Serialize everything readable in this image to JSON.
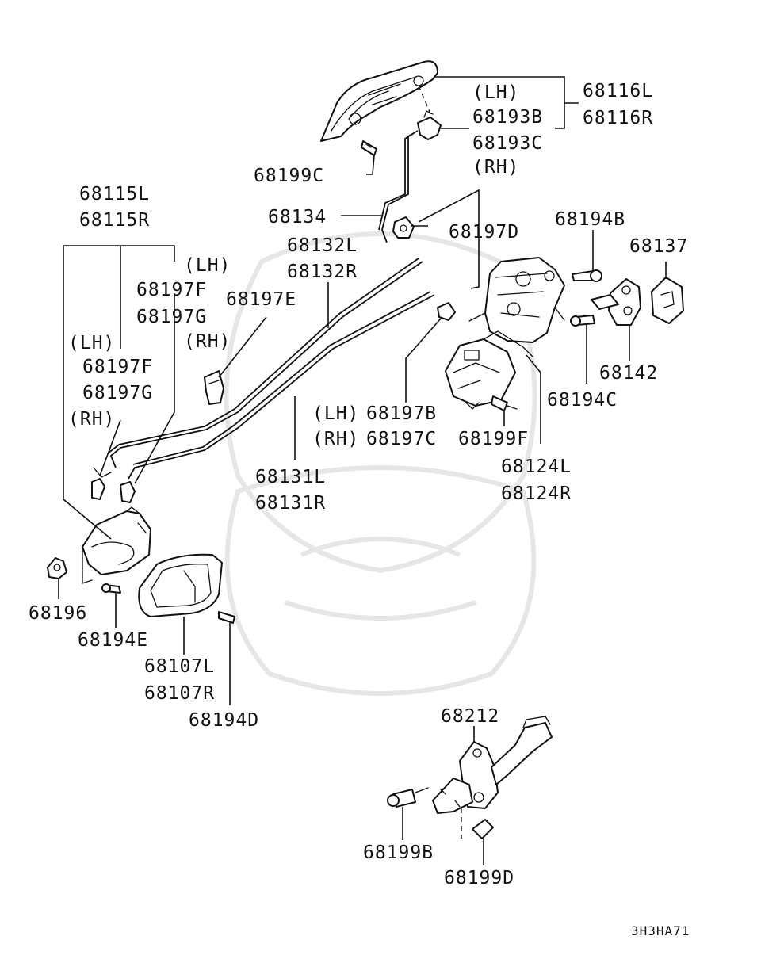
{
  "diagram": {
    "labels": {
      "p68116L": "68116L",
      "p68116R": "68116R",
      "lh1": "(LH)",
      "p68193B": "68193B",
      "p68193C": "68193C",
      "rh1": "(RH)",
      "p68199C": "68199C",
      "p68115L": "68115L",
      "p68115R": "68115R",
      "p68134": "68134",
      "p68197D": "68197D",
      "p68194B": "68194B",
      "p68137": "68137",
      "p68132L": "68132L",
      "p68132R": "68132R",
      "lh2": "(LH)",
      "p68197F_a": "68197F",
      "p68197G_a": "68197G",
      "p68197E": "68197E",
      "rh2": "(RH)",
      "lh3": "(LH)",
      "p68197F_b": "68197F",
      "p68197G_b": "68197G",
      "rh3": "(RH)",
      "p68142": "68142",
      "p68194C": "68194C",
      "lh4": "(LH)",
      "p68197B": "68197B",
      "rh4": "(RH)",
      "p68197C": "68197C",
      "p68199F": "68199F",
      "p68124L": "68124L",
      "p68124R": "68124R",
      "p68131L": "68131L",
      "p68131R": "68131R",
      "p68196": "68196",
      "p68194E": "68194E",
      "p68107L": "68107L",
      "p68107R": "68107R",
      "p68194D": "68194D",
      "p68212": "68212",
      "p68199B": "68199B",
      "p68199D": "68199D",
      "code": "3H3HA71"
    }
  }
}
